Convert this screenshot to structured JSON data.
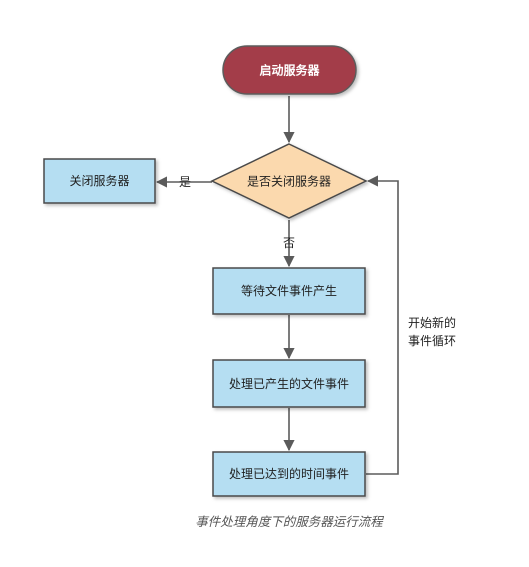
{
  "colors": {
    "start_fill": "#a33d48",
    "start_stroke": "#5b5b5b",
    "decision_fill": "#fbd9ae",
    "process_fill": "#b5def2",
    "node_stroke": "#4a4a4a",
    "edge": "#5b5b5b",
    "caption": "#555555"
  },
  "nodes": {
    "start": "启动服务器",
    "decision": "是否关闭服务器",
    "close": "关闭服务器",
    "wait": "等待文件事件产生",
    "handle_file": "处理已产生的文件事件",
    "handle_time": "处理已达到的时间事件"
  },
  "edges": {
    "yes": "是",
    "no": "否",
    "loop_line1": "开始新的",
    "loop_line2": "事件循环"
  },
  "caption": "事件处理角度下的服务器运行流程"
}
